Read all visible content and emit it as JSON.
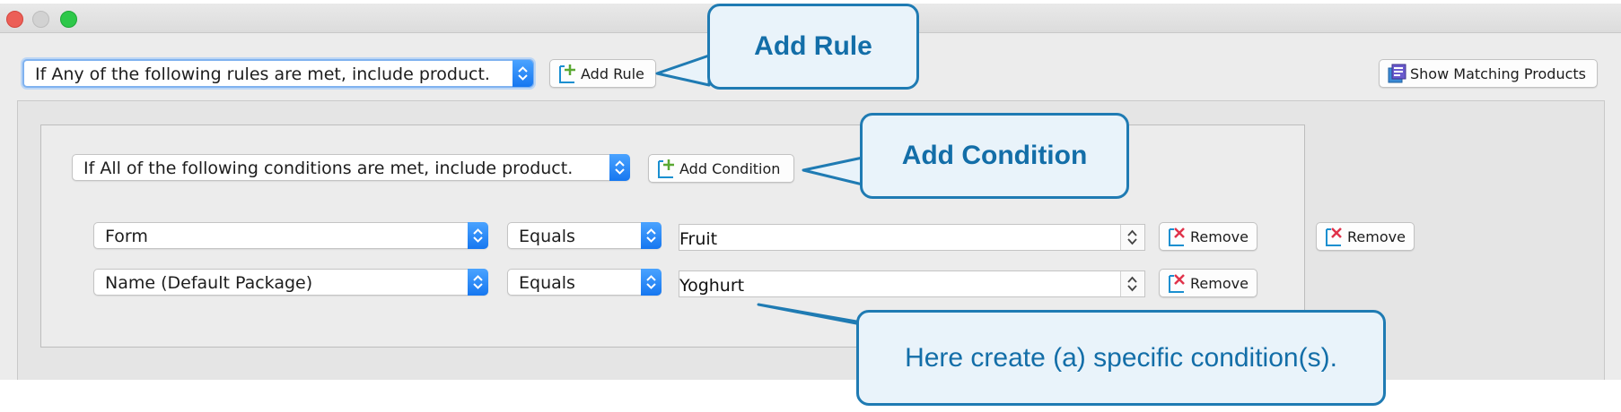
{
  "rule_mode_select": {
    "value": "If Any of the following rules are met, include product."
  },
  "toolbar": {
    "add_rule_label": "Add Rule",
    "show_matching_label": "Show Matching Products"
  },
  "condition_mode_select": {
    "value": "If All of the following conditions are met, include product."
  },
  "add_condition_label": "Add Condition",
  "conditions": [
    {
      "attribute": "Form",
      "operator": "Equals",
      "value": "Fruit",
      "remove_label": "Remove"
    },
    {
      "attribute": "Name (Default Package)",
      "operator": "Equals",
      "value": "Yoghurt",
      "remove_label": "Remove"
    }
  ],
  "rule_remove_label": "Remove",
  "callouts": {
    "add_rule": "Add Rule",
    "add_condition": "Add Condition",
    "specific_conditions": "Here create (a) specific condition(s)."
  },
  "colors": {
    "callout_border": "#1f7bb3",
    "callout_fill": "#e9f3fa",
    "callout_text": "#136ea8",
    "select_arrow": "#1677f0"
  },
  "icons": {
    "add": "add-document-icon",
    "remove": "remove-document-icon",
    "show_matching": "product-list-icon"
  }
}
